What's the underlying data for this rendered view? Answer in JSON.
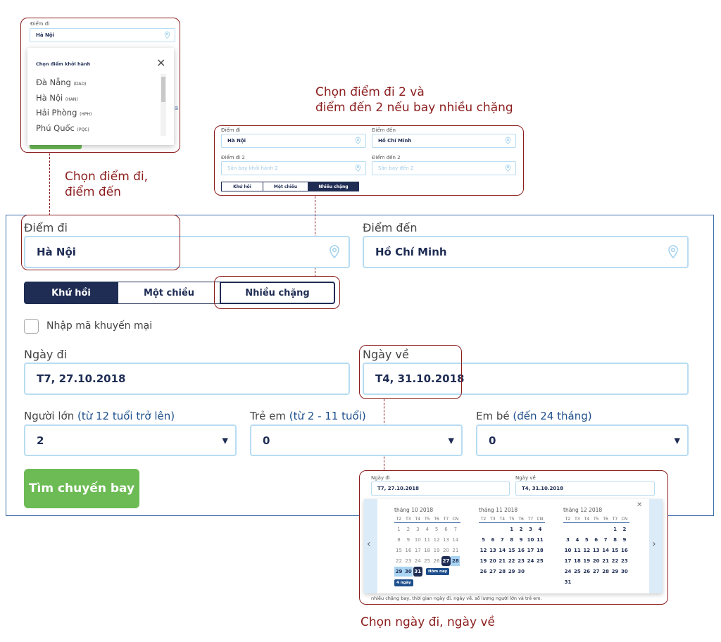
{
  "dropdown_demo": {
    "label": "Điểm đi",
    "value": "Hà Nội",
    "panel_title": "Chọn điểm khởi hành",
    "options": [
      {
        "name": "Đà Nẵng",
        "code": "(DAD)"
      },
      {
        "name": "Hà Nội",
        "code": "(HAN)"
      },
      {
        "name": "Hải Phòng",
        "code": "(HPH)"
      },
      {
        "name": "Phú Quốc",
        "code": "(PQC)"
      }
    ],
    "behind_text": "ồi"
  },
  "notes": {
    "multi_leg_line1": "Chọn điểm đi 2 và",
    "multi_leg_line2": "điểm đến 2 nếu bay nhiều chặng",
    "origin_line1": "Chọn điểm đi,",
    "origin_line2": "điểm đến",
    "dates": "Chọn ngày đi, ngày về"
  },
  "multi_demo": {
    "origin_label": "Điểm đi",
    "origin_value": "Hà Nội",
    "dest_label": "Điểm đến",
    "dest_value": "Hồ Chí Minh",
    "origin2_label": "Điểm đi 2",
    "origin2_placeholder": "Sân bay khởi hành 2",
    "dest2_label": "Điểm đến 2",
    "dest2_placeholder": "Sân bay đến 2",
    "trip_types": [
      "Khứ hồi",
      "Một chiều",
      "Nhiều chặng"
    ]
  },
  "form": {
    "origin_label": "Điểm đi",
    "origin_value": "Hà Nội",
    "dest_label": "Điểm đến",
    "dest_value": "Hồ Chí Minh",
    "trip_types": [
      "Khứ hồi",
      "Một chiều",
      "Nhiều chặng"
    ],
    "promo_label": "Nhập mã khuyến mại",
    "depart_label": "Ngày đi",
    "depart_value": "T7, 27.10.2018",
    "return_label": "Ngày về",
    "return_value": "T4, 31.10.2018",
    "adults_label": "Người lớn",
    "adults_hint": "(từ 12 tuổi trở lên)",
    "adults_value": "2",
    "children_label": "Trẻ em",
    "children_hint": "(từ 2 - 11 tuổi)",
    "children_value": "0",
    "infants_label": "Em bé",
    "infants_hint": "(đến 24 tháng)",
    "infants_value": "0",
    "search_button": "Tìm chuyến bay"
  },
  "calendar_demo": {
    "depart_label": "Ngày đi",
    "depart_value": "T7, 27.10.2018",
    "return_label": "Ngày về",
    "return_value": "T4, 31.10.2018",
    "weekdays": [
      "T2",
      "T3",
      "T4",
      "T5",
      "T6",
      "T7",
      "CN"
    ],
    "months": [
      {
        "title": "tháng 10 2018",
        "offset": 0,
        "days": 31
      },
      {
        "title": "tháng 11 2018",
        "offset": 3,
        "days": 30
      },
      {
        "title": "tháng 12 2018",
        "offset": 5,
        "days": 31
      }
    ],
    "past_days_in_first_month": 26,
    "selected_start": 27,
    "selected_end": 31,
    "today_tooltip": "Hôm nay",
    "duration_tooltip": "4 ngày",
    "footer_text": "nhiều chặng bay, thời gian ngày đi, ngày về, số lượng người lớn và trẻ em.",
    "colors": {
      "selected": "#1f2d54",
      "range": "#a9d4f2",
      "tooltip": "#1e4f8c"
    }
  },
  "colors": {
    "accent": "#1f2d54",
    "annotation": "#8b1c1c",
    "button": "#6dbb55",
    "input_border": "#b8dcf2"
  }
}
